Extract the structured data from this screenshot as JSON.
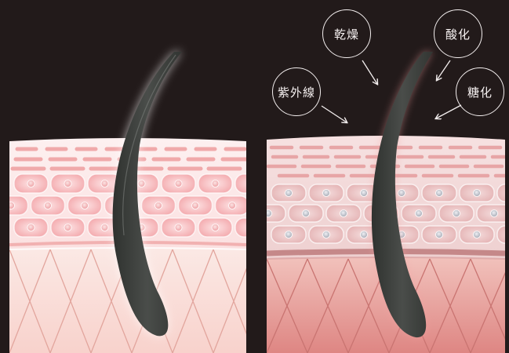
{
  "labels": {
    "dryness": "乾燥",
    "oxidation": "酸化",
    "ultraviolet": "紫外線",
    "glycation": "糖化"
  },
  "colors": {
    "background": "#221a1a",
    "healthy_epidermis": "#fbe3e3",
    "healthy_cell": "#f7b6b9",
    "healthy_dermis": "#fadcd6",
    "damaged_epidermis": "#f0d4d4",
    "damaged_cell": "#eebbbe",
    "damaged_dermis": "#e58f8d",
    "hair": "#3d403d",
    "line_white": "#f3eeee"
  }
}
